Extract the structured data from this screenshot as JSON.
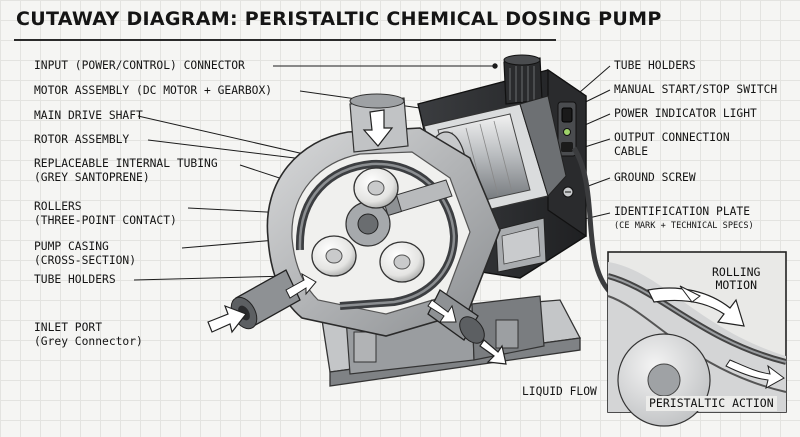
{
  "title": "CUTAWAY DIAGRAM: PERISTALTIC CHEMICAL DOSING PUMP",
  "left_labels": [
    {
      "text": "INPUT (POWER/CONTROL) CONNECTOR",
      "sub": ""
    },
    {
      "text": "MOTOR ASSEMBLY (DC MOTOR + GEARBOX)",
      "sub": ""
    },
    {
      "text": "MAIN DRIVE SHAFT",
      "sub": ""
    },
    {
      "text": "ROTOR ASSEMBLY",
      "sub": ""
    },
    {
      "text": "REPLACEABLE INTERNAL TUBING",
      "sub": "(GREY SANTOPRENE)"
    },
    {
      "text": "ROLLERS",
      "sub": "(THREE-POINT CONTACT)"
    },
    {
      "text": "PUMP CASING",
      "sub": "(CROSS-SECTION)"
    },
    {
      "text": "TUBE HOLDERS",
      "sub": ""
    },
    {
      "text": "INLET PORT",
      "sub": "(Grey Connector)"
    }
  ],
  "right_labels": [
    {
      "text": "TUBE HOLDERS",
      "sub": ""
    },
    {
      "text": "MANUAL START/STOP SWITCH",
      "sub": ""
    },
    {
      "text": "POWER INDICATOR LIGHT",
      "sub": ""
    },
    {
      "text": "OUTPUT CONNECTION",
      "sub": "CABLE"
    },
    {
      "text": "GROUND SCREW",
      "sub": ""
    },
    {
      "text": "IDENTIFICATION PLATE",
      "sub": "(CE MARK + TECHNICAL SPECS)"
    }
  ],
  "bottom_labels": {
    "liquid_flow": "LIQUID FLOW"
  },
  "inset": {
    "motion_line1": "ROLLING",
    "motion_line2": "MOTION",
    "caption": "PERISTALTIC ACTION"
  }
}
